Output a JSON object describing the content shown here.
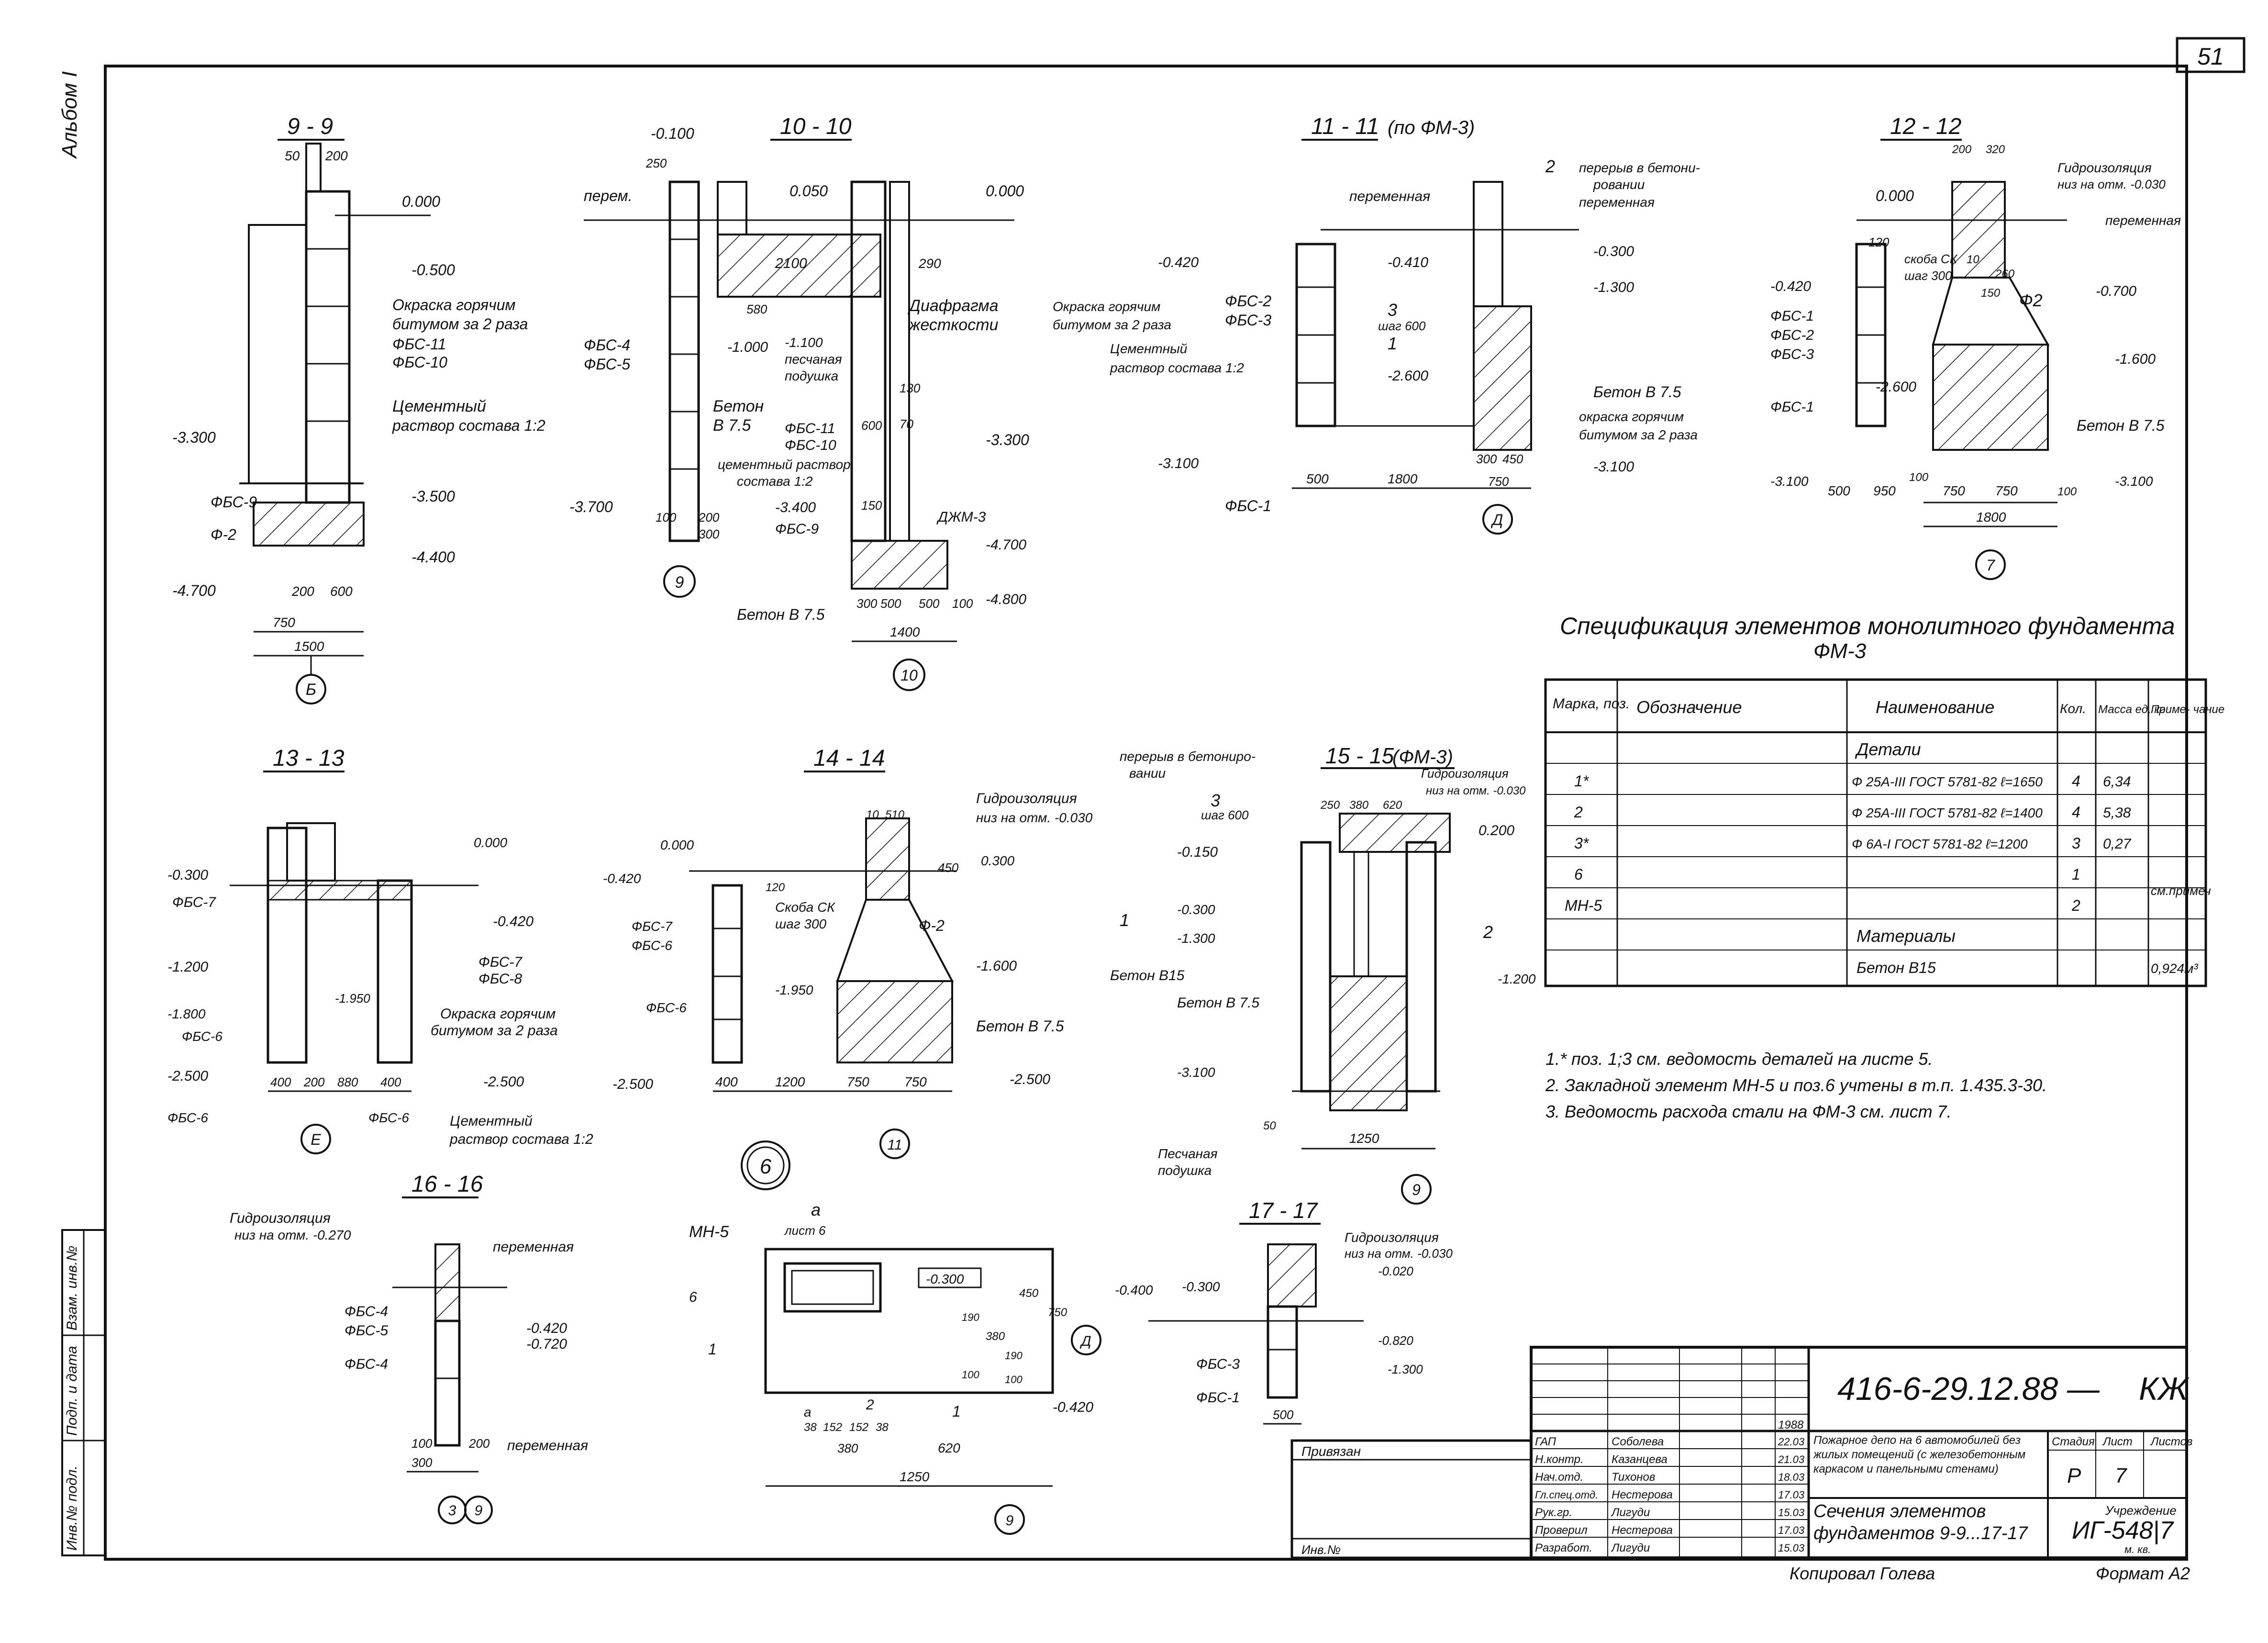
{
  "page_number": "51",
  "album_label": "Альбом I",
  "sections": {
    "s9": {
      "title": "9 - 9",
      "labels": [
        "0.000",
        "-0.500",
        "Окраска горячим",
        "битумом за 2 раза",
        "ФБС-11",
        "ФБС-10",
        "Цементный",
        "раствор состава 1:2",
        "-3.300",
        "-3.500",
        "ФБС-9",
        "Ф-2",
        "-4.400",
        "-4.700"
      ],
      "dims": [
        "50",
        "200",
        "200",
        "600",
        "750",
        "1500"
      ],
      "axis": "Б"
    },
    "s10": {
      "title": "10 - 10",
      "labels": [
        "-0.100",
        "перем.",
        "0.050",
        "0.000",
        "ФБС-4",
        "ФБС-5",
        "-1.000",
        "-1.100",
        "песчаная",
        "подушка",
        "Диафрагма",
        "жесткости",
        "Бетон",
        "В 7.5",
        "ФБС-11",
        "ФБС-10",
        "цементный раствор",
        "состава 1:2",
        "-3.300",
        "-3.400",
        "ФБС-9",
        "ДЖМ-3",
        "-3.700",
        "-4.700",
        "-4.800",
        "Бетон В 7.5"
      ],
      "dims": [
        "250",
        "2100",
        "290",
        "580",
        "130",
        "600",
        "70",
        "150",
        "100",
        "200",
        "300",
        "300",
        "500",
        "500",
        "100",
        "1400"
      ],
      "axes": [
        "9",
        "10"
      ]
    },
    "s11": {
      "title": "11 - 11",
      "subtitle": "(по ФМ-3)",
      "labels": [
        "переменная",
        "2",
        "перерыв в бетони-",
        "ровании",
        "переменная",
        "-0.420",
        "-0.410",
        "-0.300",
        "ФБС-2",
        "ФБС-3",
        "3",
        "шаг 600",
        "1",
        "-1.300",
        "Окраска горячим",
        "битумом за 2 раза",
        "Цементный",
        "раствор состава 1:2",
        "-2.600",
        "Бетон В 7.5",
        "окраска горячим",
        "битумом за 2 раза",
        "-3.100",
        "-3.100",
        "ФБС-1"
      ],
      "dims": [
        "500",
        "1800",
        "300",
        "450",
        "750"
      ],
      "axis": "Д"
    },
    "s12": {
      "title": "12 - 12",
      "labels": [
        "Гидроизоляция",
        "низ на отм. -0.030",
        "0.000",
        "переменная",
        "120",
        "скоба СК",
        "шаг 300",
        "10",
        "260",
        "-0.420",
        "ФБС-1",
        "ФБС-2",
        "ФБС-3",
        "150",
        "Ф2",
        "-0.700",
        "-1.600",
        "-2.600",
        "ФБС-1",
        "Бетон В 7.5",
        "-3.100",
        "-3.100"
      ],
      "dims": [
        "200",
        "320",
        "500",
        "950",
        "100",
        "750",
        "750",
        "100",
        "1800"
      ],
      "axis": "7"
    },
    "s13": {
      "title": "13 - 13",
      "labels": [
        "0.000",
        "-0.300",
        "ФБС-7",
        "-0.420",
        "-1.200",
        "ФБС-7",
        "ФБС-8",
        "-1.800",
        "-1.950",
        "ФБС-6",
        "Окраска горячим",
        "битумом за 2 раза",
        "-2.500",
        "-2.500",
        "ФБС-6",
        "ФБС-6",
        "Цементный",
        "раствор состава 1:2"
      ],
      "dims": [
        "400",
        "200",
        "880",
        "400"
      ],
      "axis": "Е"
    },
    "s14": {
      "title": "14 - 14",
      "labels": [
        "Гидроизоляция",
        "низ на отм. -0.030",
        "0.000",
        "10",
        "510",
        "-0.420",
        "120",
        "450",
        "0.300",
        "ФБС-7",
        "ФБС-6",
        "Скоба СК",
        "шаг 300",
        "Ф-2",
        "-1.600",
        "-1.950",
        "ФБС-6",
        "Бетон В 7.5",
        "-2.500",
        "-2.500"
      ],
      "dims": [
        "400",
        "1200",
        "750",
        "750"
      ],
      "axis": "11"
    },
    "s15": {
      "title": "15 - 15",
      "subtitle": "(ФМ-3)",
      "labels": [
        "перерыв в бетониро-",
        "вании",
        "Гидроизоляция",
        "низ на отм. -0.030",
        "3",
        "шаг 600",
        "0.200",
        "-0.150",
        "1",
        "-0.300",
        "2",
        "-1.300",
        "-1.200",
        "Бетон В15",
        "Бетон В 7.5",
        "-3.100",
        "Песчаная",
        "подушка"
      ],
      "dims": [
        "250",
        "380",
        "620",
        "50",
        "1250"
      ],
      "axis": "9"
    },
    "s16": {
      "title": "16 - 16",
      "labels": [
        "Гидроизоляция",
        "низ на отм. -0.270",
        "переменная",
        "ФБС-4",
        "ФБС-5",
        "-0.420",
        "-0.720",
        "ФБС-4",
        "переменная"
      ],
      "dims": [
        "100",
        "200",
        "300"
      ],
      "axes": [
        "3",
        "9"
      ]
    },
    "s17": {
      "title": "17 - 17",
      "labels": [
        "Гидроизоляция",
        "низ на отм. -0.030",
        "-0.020",
        "-0.400",
        "-0.300",
        "-0.820",
        "-1.300",
        "ФБС-3",
        "ФБС-1"
      ],
      "dims": [
        "500"
      ]
    },
    "mn5": {
      "title": "МН-5",
      "cut": "а",
      "sheet_ref": "лист 6",
      "labels": [
        "-0.300",
        "6",
        "1",
        "а",
        "2",
        "1",
        "-0.420"
      ],
      "dims": [
        "38",
        "152",
        "152",
        "38",
        "380",
        "620",
        "1250",
        "450",
        "750",
        "380",
        "190",
        "100",
        "190",
        "100"
      ],
      "axes": [
        "Д",
        "9"
      ]
    }
  },
  "plan_mark": "6",
  "spec": {
    "title": "Спецификация элементов монолитного фундамента",
    "subtitle": "ФМ-3",
    "headers": [
      "Марка, поз.",
      "Обозначение",
      "Наименование",
      "Кол.",
      "Масса ед, кг",
      "Приме- чание"
    ],
    "group_details": "Детали",
    "group_materials": "Материалы",
    "rows": [
      {
        "mark": "1*",
        "name": "Ф 25А-III ГОСТ 5781-82 ℓ=1650",
        "qty": "4",
        "mass": "6,34",
        "note": ""
      },
      {
        "mark": "2",
        "name": "Ф 25А-III ГОСТ 5781-82 ℓ=1400",
        "qty": "4",
        "mass": "5,38",
        "note": ""
      },
      {
        "mark": "3*",
        "name": "Ф 6А-I ГОСТ 5781-82 ℓ=1200",
        "qty": "3",
        "mass": "0,27",
        "note": ""
      },
      {
        "mark": "6",
        "name": "",
        "qty": "1",
        "mass": "",
        "note": "см.примеч"
      },
      {
        "mark": "МН-5",
        "name": "",
        "qty": "2",
        "mass": "",
        "note": ""
      }
    ],
    "material": {
      "name": "Бетон В15",
      "note": "0,924м³"
    }
  },
  "notes": [
    "1.* поз. 1;3 см. ведомость деталей на листе 5.",
    "2. Закладной элемент МН-5 и поз.6 учтены в т.п. 1.435.3-30.",
    "3. Ведомость расхода стали на ФМ-3 см. лист 7."
  ],
  "title_block": {
    "code": "416-6-29.12.88",
    "dash": "—",
    "mark": "КЖ",
    "year": "1988",
    "tie_label": "Привязан",
    "inv_label": "Инв.№",
    "people": [
      {
        "role": "ГАП",
        "name": "Соболева",
        "date": "22.03"
      },
      {
        "role": "Н.контр.",
        "name": "Казанцева",
        "date": "21.03"
      },
      {
        "role": "Нач.отд.",
        "name": "Тихонов",
        "date": "18.03"
      },
      {
        "role": "Гл.спец.отд.",
        "name": "Нестерова",
        "date": "17.03"
      },
      {
        "role": "Рук.гр.",
        "name": "Лигуди",
        "date": "15.03"
      },
      {
        "role": "Проверил",
        "name": "Нестерова",
        "date": "17.03"
      },
      {
        "role": "Разработ.",
        "name": "Лигуди",
        "date": "15.03"
      }
    ],
    "project_name": "Пожарное депо на 6 автомобилей без жилых помещений (с железобетонным каркасом и панельными стенами)",
    "stage_label": "Стадия",
    "sheet_label": "Лист",
    "sheets_label": "Листов",
    "stage": "Р",
    "sheet": "7",
    "drawing_title": "Сечения элементов фундаментов 9-9...17-17",
    "org": "Учреждение",
    "org_code": "ИГ-548|7",
    "org_sub": "м. кв.",
    "copied": "Копировал Голева",
    "format": "Формат А2"
  },
  "side_stamp": [
    "Инв.№ подл.",
    "Подп. и дата",
    "Взам. инв.№"
  ]
}
